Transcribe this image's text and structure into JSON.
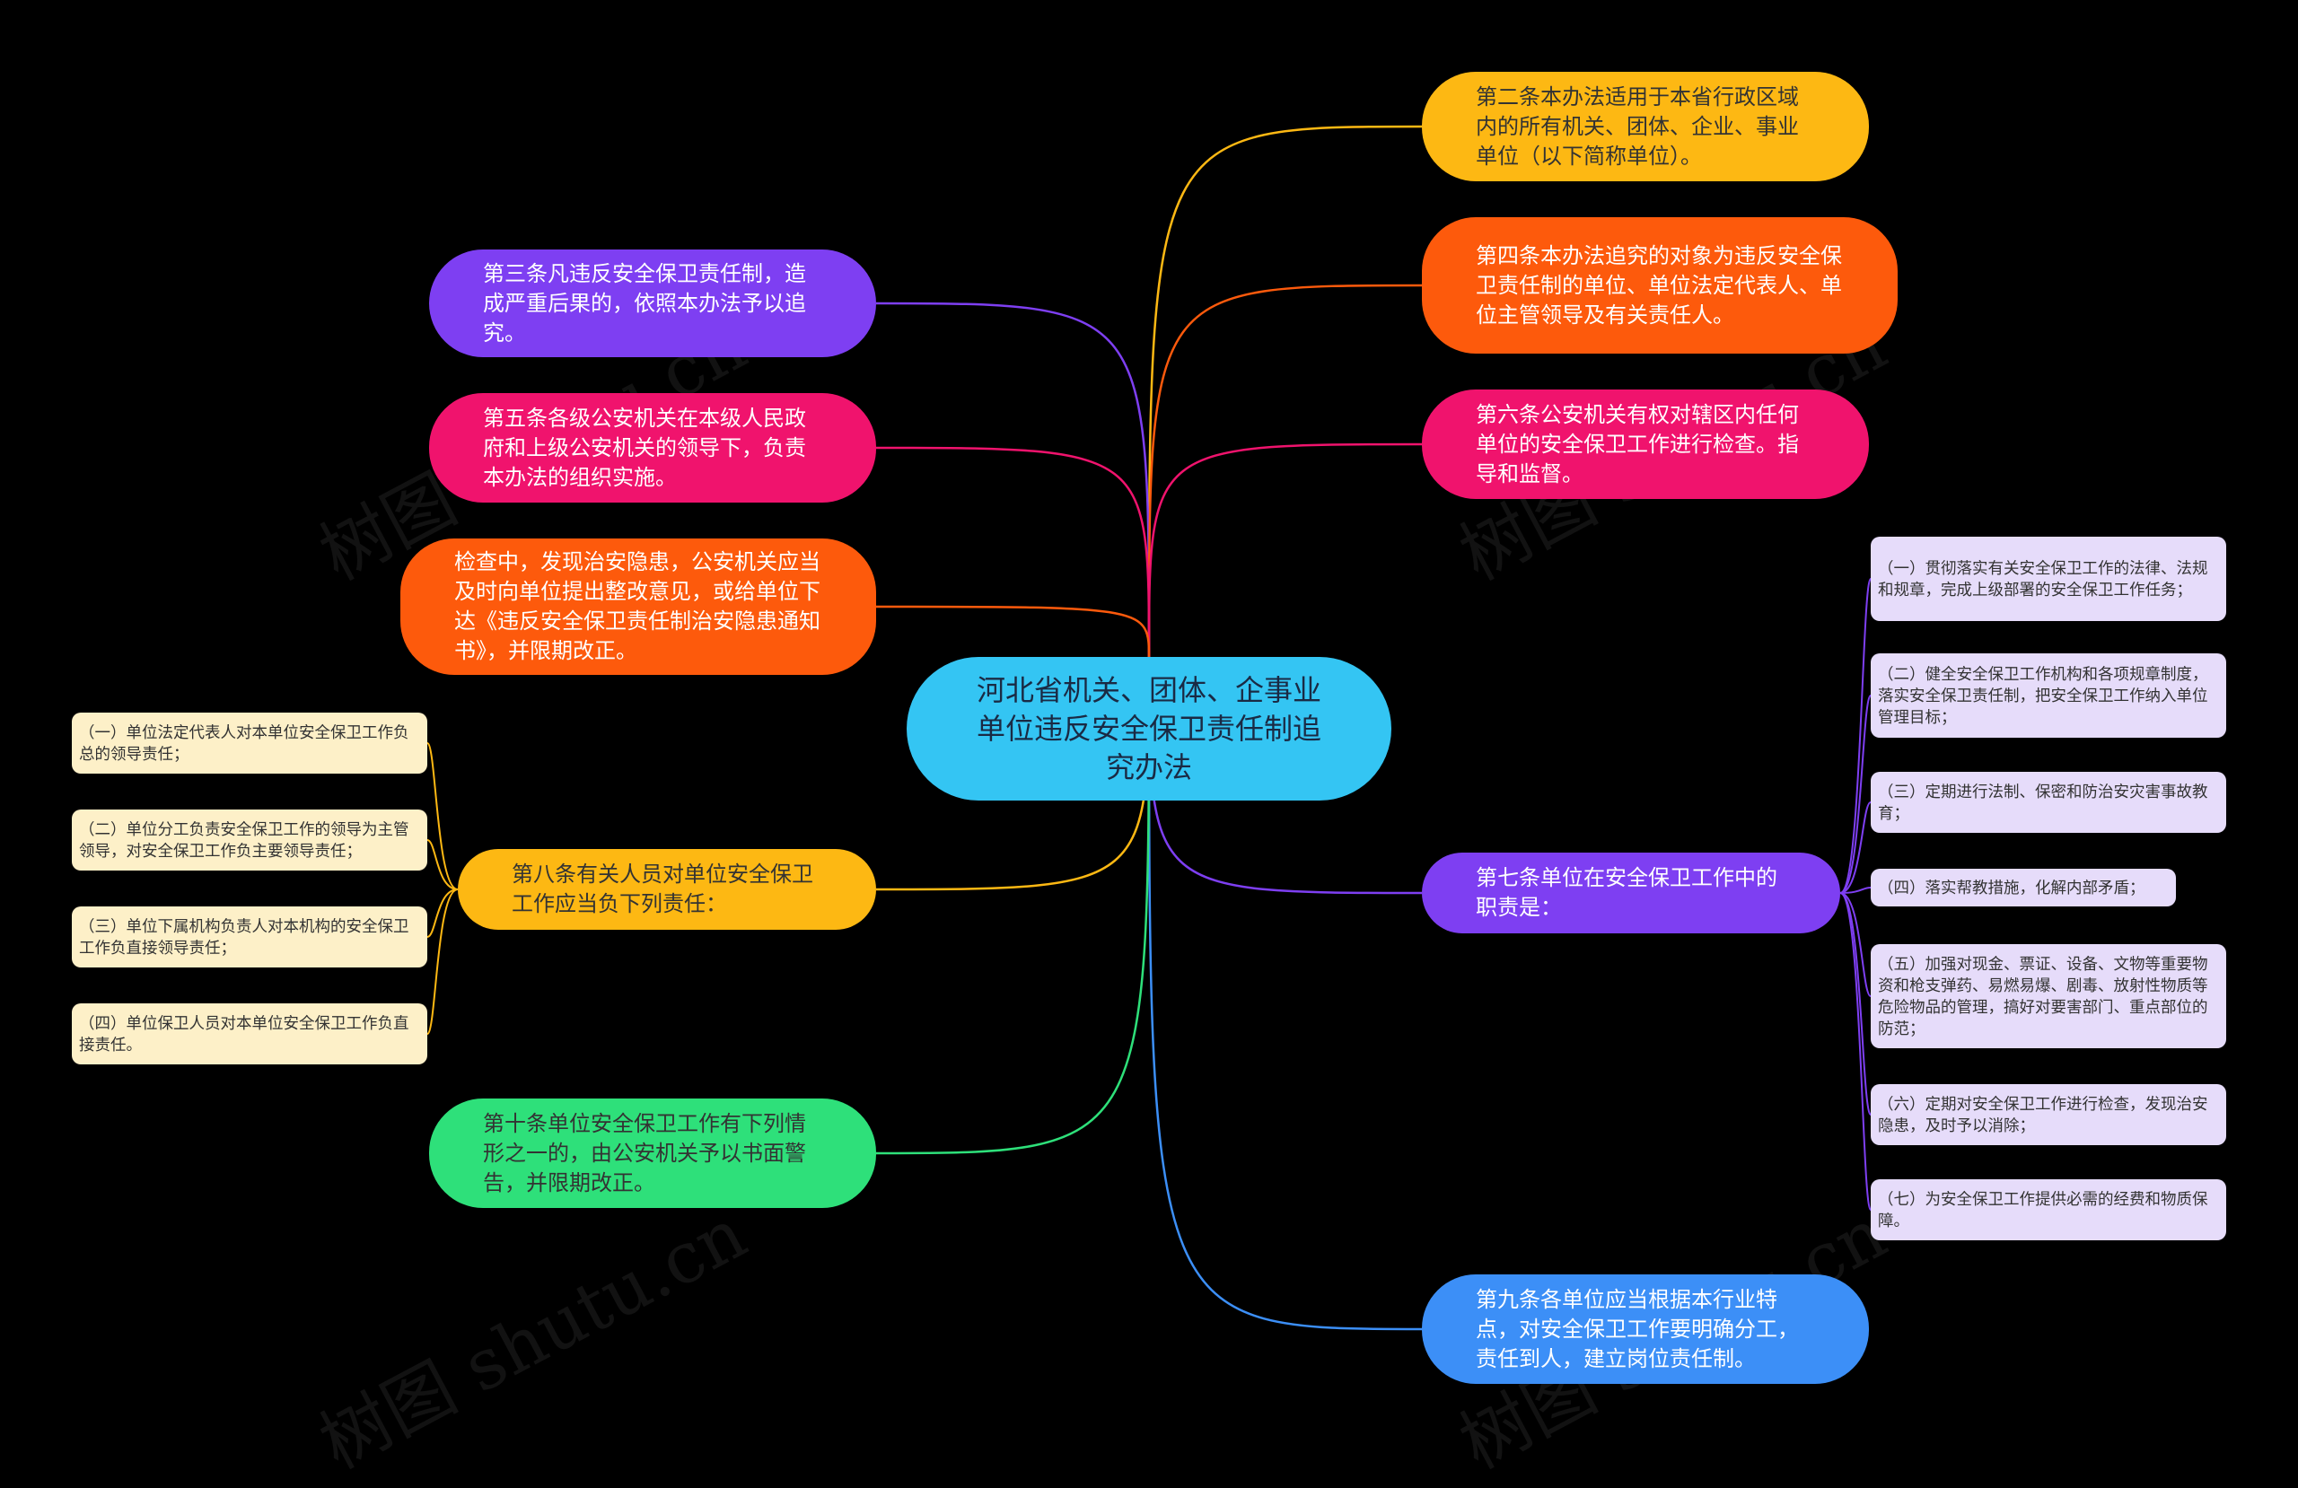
{
  "root": {
    "text": "河北省机关、团体、企事业单位违反安全保卫责任制追究办法",
    "color": "#34c5f3"
  },
  "nodes": {
    "n2": {
      "text": "第二条本办法适用于本省行政区域内的所有机关、团体、企业、事业单位（以下简称单位）。",
      "color": "#fdb813",
      "text_color": "#333333"
    },
    "n3": {
      "text": "第三条凡违反安全保卫责任制，造成严重后果的，依照本办法予以追究。",
      "color": "#7e3ff2"
    },
    "n4": {
      "text": "第四条本办法追究的对象为违反安全保卫责任制的单位、单位法定代表人、单位主管领导及有关责任人。",
      "color": "#fd5a0c"
    },
    "n5": {
      "text": "第五条各级公安机关在本级人民政府和上级公安机关的领导下，负责本办法的组织实施。",
      "color": "#f0136d"
    },
    "n6": {
      "text": "第六条公安机关有权对辖区内任何单位的安全保卫工作进行检查。指导和监督。",
      "color": "#f0136d"
    },
    "n6b": {
      "text": "检查中，发现治安隐患，公安机关应当及时向单位提出整改意见，或给单位下达《违反安全保卫责任制治安隐患通知书》，并限期改正。",
      "color": "#fd5a0c"
    },
    "n7": {
      "text": "第七条单位在安全保卫工作中的职责是：",
      "color": "#7e3ff2"
    },
    "n8": {
      "text": "第八条有关人员对单位安全保卫工作应当负下列责任：",
      "color": "#fdb813",
      "text_color": "#333333"
    },
    "n9": {
      "text": "第九条各单位应当根据本行业特点，对安全保卫工作要明确分工，责任到人，建立岗位责任制。",
      "color": "#3c8ff7"
    },
    "n10": {
      "text": "第十条单位安全保卫工作有下列情形之一的，由公安机关予以书面警告，并限期改正。",
      "color": "#2ee07a",
      "text_color": "#333333"
    }
  },
  "leaves_n7": [
    "（一）贯彻落实有关安全保卫工作的法律、法规和规章，完成上级部署的安全保卫工作任务；",
    "（二）健全安全保卫工作机构和各项规章制度，落实安全保卫责任制，把安全保卫工作纳入单位管理目标；",
    "（三）定期进行法制、保密和防治安灾害事故教育；",
    "（四）落实帮教措施，化解内部矛盾；",
    "（五）加强对现金、票证、设备、文物等重要物资和枪支弹药、易燃易爆、剧毒、放射性物质等危险物品的管理，搞好对要害部门、重点部位的防范；",
    "（六）定期对安全保卫工作进行检查，发现治安隐患，及时予以消除；",
    "（七）为安全保卫工作提供必需的经费和物质保障。"
  ],
  "leaves_n8": [
    "（一）单位法定代表人对本单位安全保卫工作负总的领导责任；",
    "（二）单位分工负责安全保卫工作的领导为主管领导，对安全保卫工作负主要领导责任；",
    "（三）单位下属机构负责人对本机构的安全保卫工作负直接领导责任；",
    "（四）单位保卫人员对本单位安全保卫工作负直接责任。"
  ],
  "leaf_colors": {
    "n7": "#e6dcfa",
    "n8": "#fdf0c8",
    "n7_line": "#7e3ff2",
    "n8_line": "#fdb813"
  },
  "watermark": "树图 shutu.cn"
}
